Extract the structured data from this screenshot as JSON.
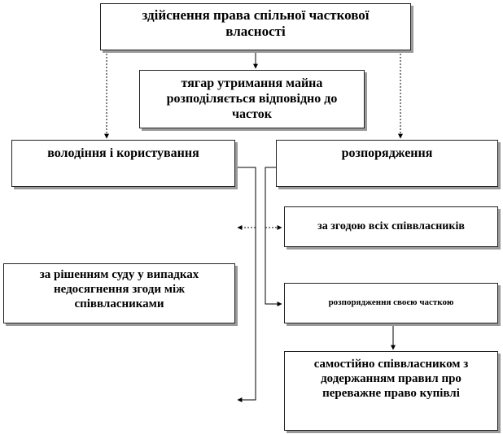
{
  "boxes": {
    "main": "здійснення права спільної часткової власності",
    "burden": "тягар утримання майна розподіляється відповідно до часток",
    "ownership": "володіння і користування",
    "disposal": "розпорядження",
    "consent": "за згодою всіх співвласників",
    "court": "за рішенням суду у випадках недосягнення згоди між співвласниками",
    "own_share": "розпорядження своєю часткою",
    "independent": "самостійно співвласником з додержанням правил про переважне право купівлі"
  },
  "colors": {
    "border": "#222222",
    "shadow": "#9a9a9a",
    "background": "#ffffff"
  }
}
